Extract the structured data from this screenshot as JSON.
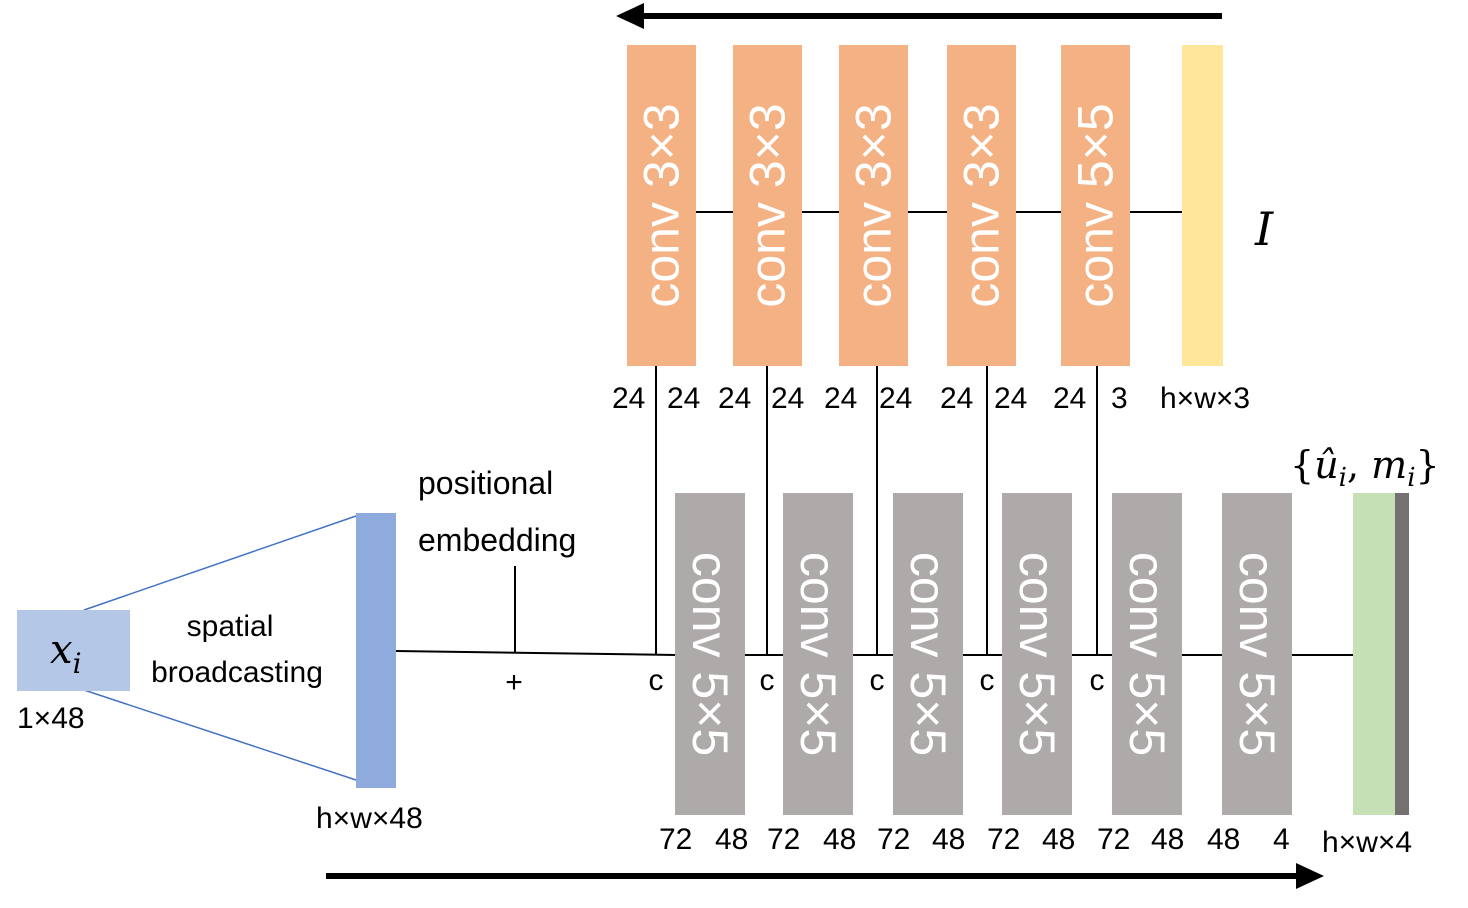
{
  "colors": {
    "decoder_block": "#f4b183",
    "encoder_block": "#aeaaaa",
    "input_block": "#b4c7e7",
    "broadcast_block": "#8faadc",
    "image_block": "#ffe699",
    "output_green": "#c5e0b4",
    "output_dark": "#767171",
    "broadcast_lines": "#4472c4",
    "lines": "#000000"
  },
  "top_row": {
    "blocks": [
      {
        "label": "conv 3×3",
        "in": "24",
        "out": "24"
      },
      {
        "label": "conv 3×3",
        "in": "24",
        "out": "24"
      },
      {
        "label": "conv 3×3",
        "in": "24",
        "out": "24"
      },
      {
        "label": "conv 3×3",
        "in": "24",
        "out": "24"
      },
      {
        "label": "conv 5×5",
        "in": "24",
        "out": "3"
      }
    ],
    "image_symbol": "I",
    "image_dims": "h×w×3"
  },
  "bottom_row": {
    "blocks": [
      {
        "label": "conv 5×5",
        "in": "72",
        "out": "48"
      },
      {
        "label": "conv 5×5",
        "in": "72",
        "out": "48"
      },
      {
        "label": "conv 5×5",
        "in": "72",
        "out": "48"
      },
      {
        "label": "conv 5×5",
        "in": "72",
        "out": "48"
      },
      {
        "label": "conv 5×5",
        "in": "72",
        "out": "48"
      },
      {
        "label": "conv 5×5",
        "in": "48",
        "out": "4"
      }
    ],
    "concat_symbol": "c",
    "output_dims": "h×w×4"
  },
  "input": {
    "symbol": "x",
    "subscript": "i",
    "dims": "1×48"
  },
  "broadcast": {
    "label_line1": "spatial",
    "label_line2": "broadcasting",
    "dims": "h×w×48"
  },
  "positional": {
    "label_line1": "positional",
    "label_line2": "embedding",
    "plus": "+"
  },
  "output": {
    "open_brace": "{",
    "u_hat": "û",
    "sub1": "i",
    "comma": ", ",
    "m": "m",
    "sub2": "i",
    "close_brace": "}"
  }
}
